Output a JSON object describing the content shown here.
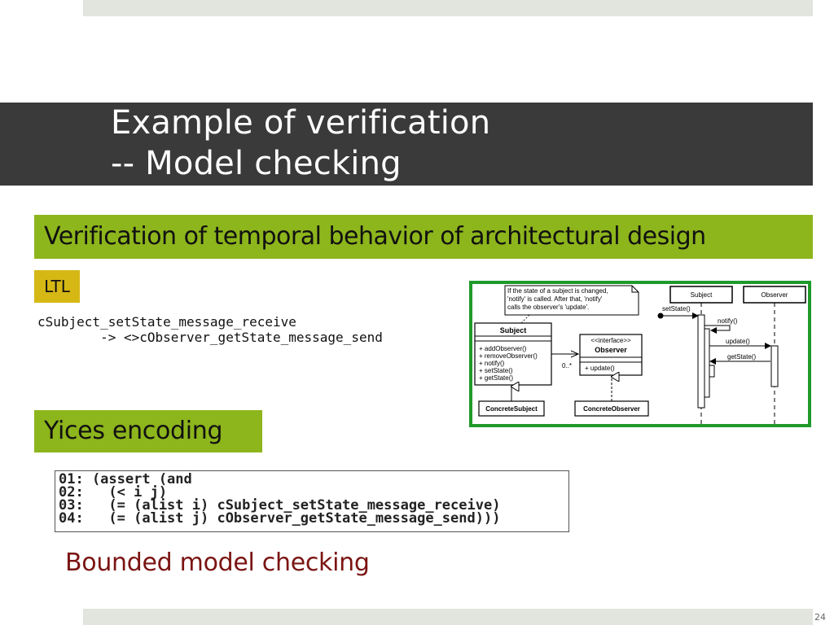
{
  "slide": {
    "title_line1": "Example of verification",
    "title_line2": "-- Model checking",
    "subtitle": "Verification of temporal behavior of architectural design",
    "ltl_label": "LTL",
    "ltl_code": "cSubject_setState_message_receive\n        -> <>cObserver_getState_message_send",
    "yices_label": "Yices encoding",
    "yices_code": "01: (assert (and\n02:   (< i j)\n03:   (= (alist i) cSubject_setState_message_receive)\n04:   (= (alist j) cObserver_getState_message_send)))",
    "bmc_label": "Bounded model checking",
    "page_number": "24"
  },
  "diagram": {
    "note_line1": "If the state of a subject is changed,",
    "note_line2": "'notify' is called. After that, 'notify'",
    "note_line3": "calls the observer's 'update'.",
    "subject_class": "Subject",
    "subject_ops": [
      "+ addObserver()",
      "+ removeObserver()",
      "+ notify()",
      "+ setState()",
      "+ getState()"
    ],
    "observer_stereotype": "<<interface>>",
    "observer_class": "Observer",
    "observer_op": "+ update()",
    "multiplicity": "0..*",
    "concrete_subject": "ConcreteSubject",
    "concrete_observer": "ConcreteObserver",
    "seq_subject": "Subject",
    "seq_observer": "Observer",
    "msg_setstate": "setState()",
    "msg_notify": "notify()",
    "msg_update": "update()",
    "msg_getstate": "getState()"
  }
}
